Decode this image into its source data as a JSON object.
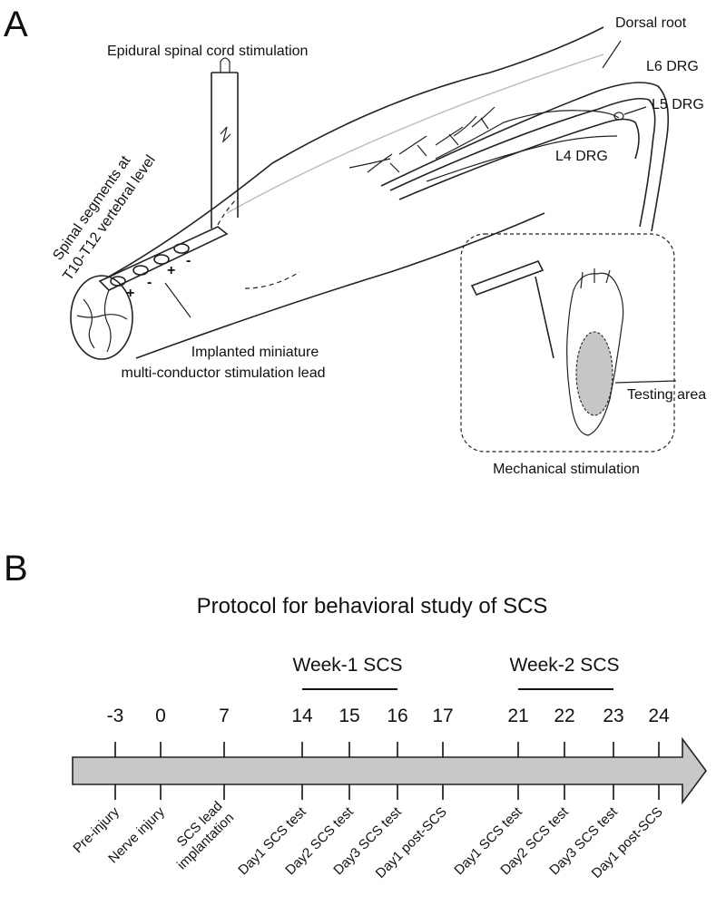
{
  "panel_a": {
    "letter": "A",
    "labels": {
      "epidural": "Epidural spinal cord stimulation",
      "dorsal_root": "Dorsal root",
      "l6": "L6 DRG",
      "l5": "L5 DRG",
      "l4": "L4 DRG",
      "segments_line1": "Spinal segments at",
      "segments_line2": "T10-T12 vertebral level",
      "lead_line1": "Implanted miniature",
      "lead_line2": "multi-conductor stimulation lead",
      "testing_area": "Testing area",
      "mechanical": "Mechanical stimulation",
      "pol1": "+",
      "pol2": "-",
      "pol3": "+",
      "pol4": "-"
    }
  },
  "panel_b": {
    "letter": "B",
    "title": "Protocol for behavioral study of SCS",
    "week1": "Week-1 SCS",
    "week2": "Week-2 SCS",
    "days": [
      "-3",
      "0",
      "7",
      "14",
      "15",
      "16",
      "17",
      "21",
      "22",
      "23",
      "24"
    ],
    "events": [
      "Pre-injury",
      "Nerve injury",
      "SCS lead\nimplantation",
      "Day1 SCS test",
      "Day2 SCS test",
      "Day3 SCS test",
      "Day1 post-SCS",
      "Day1 SCS test",
      "Day2 SCS test",
      "Day3 SCS test",
      "Day1 post-SCS"
    ],
    "arrow_color": "#c8c8c8"
  }
}
